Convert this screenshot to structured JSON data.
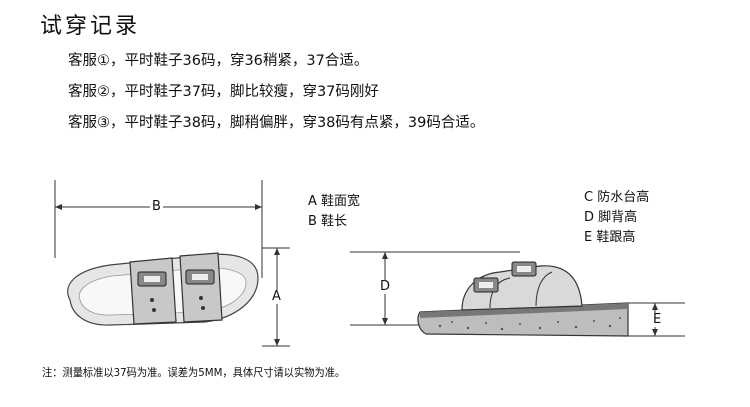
{
  "title": "试穿记录",
  "records": [
    "客服①，平时鞋子36码，穿36稍紧，37合适。",
    "客服②，平时鞋子37码，脚比较瘦，穿37码刚好",
    "客服③，平时鞋子38码，脚稍偏胖，穿38码有点紧，39码合适。"
  ],
  "legend_left": [
    "A 鞋面宽",
    "B 鞋长"
  ],
  "legend_right": [
    "C 防水台高",
    "D 脚背高",
    "E 鞋跟高"
  ],
  "dimension_labels": {
    "b": "B",
    "a": "A",
    "d": "D",
    "e": "E"
  },
  "note": "注：测量标准以37码为准。误差为5MM，具体尺寸请以实物为准。"
}
